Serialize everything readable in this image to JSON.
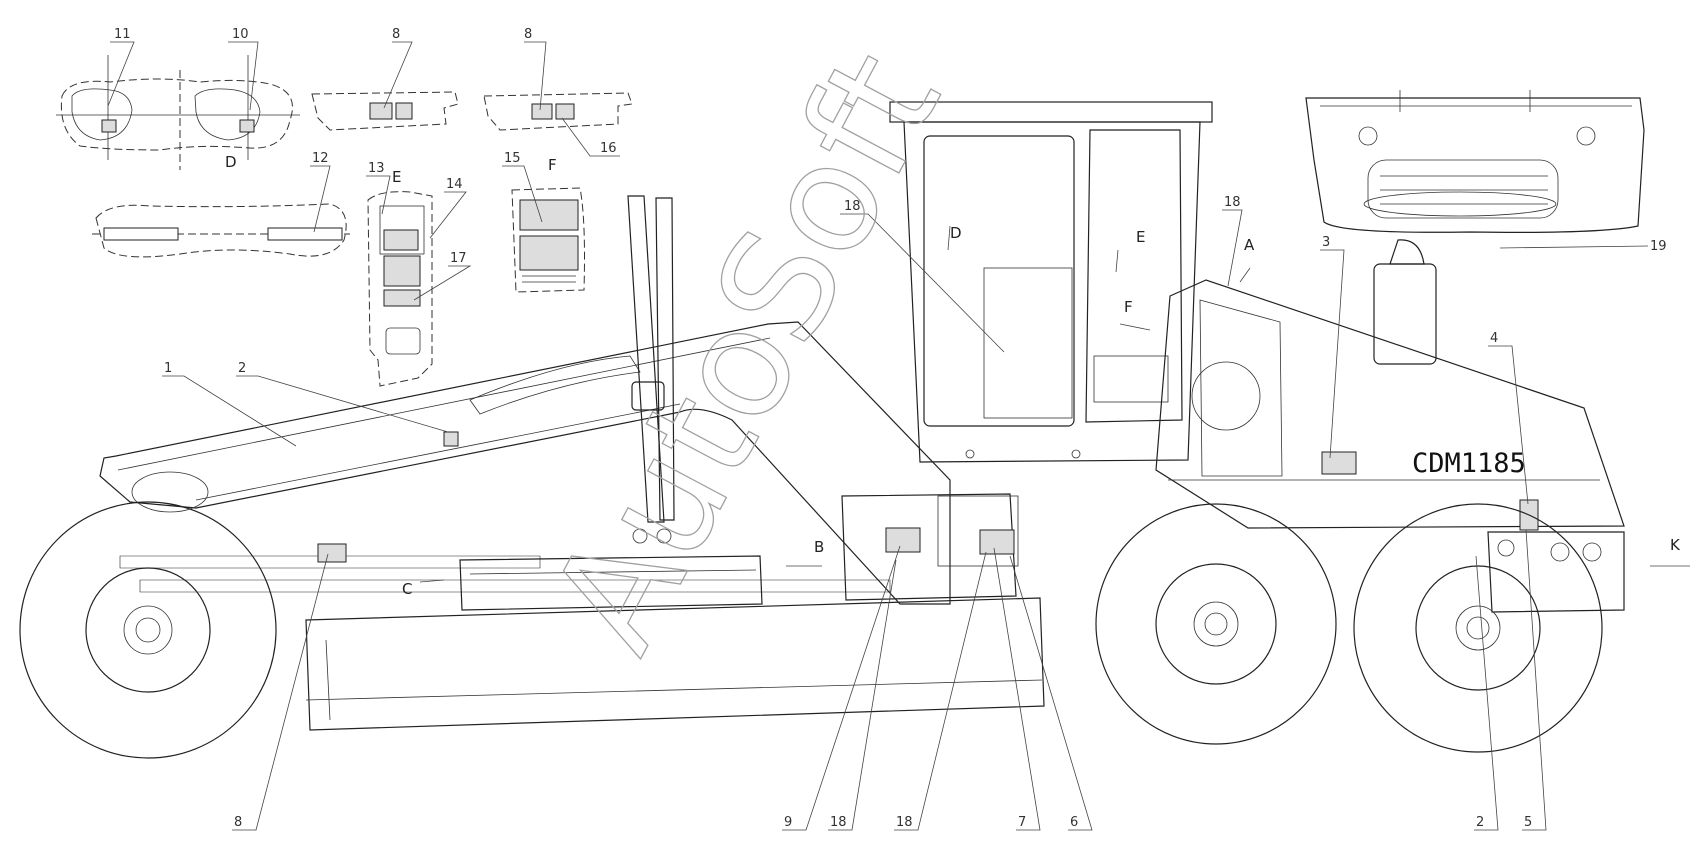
{
  "model_label": "CDM1185",
  "watermark": "AutoSoft",
  "view_letters": {
    "a": "A",
    "b": "B",
    "c": "C",
    "d": "D",
    "e": "E",
    "f": "F",
    "k": "K"
  },
  "callouts": {
    "c1": "1",
    "c2": "2",
    "c2b": "2",
    "c3": "3",
    "c4": "4",
    "c5": "5",
    "c6": "6",
    "c7": "7",
    "c8a": "8",
    "c8b": "8",
    "c8c": "8",
    "c9": "9",
    "c10": "10",
    "c11": "11",
    "c12": "12",
    "c13": "13",
    "c14": "14",
    "c15": "15",
    "c16": "16",
    "c17": "17",
    "c18a": "18",
    "c18b": "18",
    "c18c": "18",
    "c18d": "18",
    "c19": "19"
  }
}
